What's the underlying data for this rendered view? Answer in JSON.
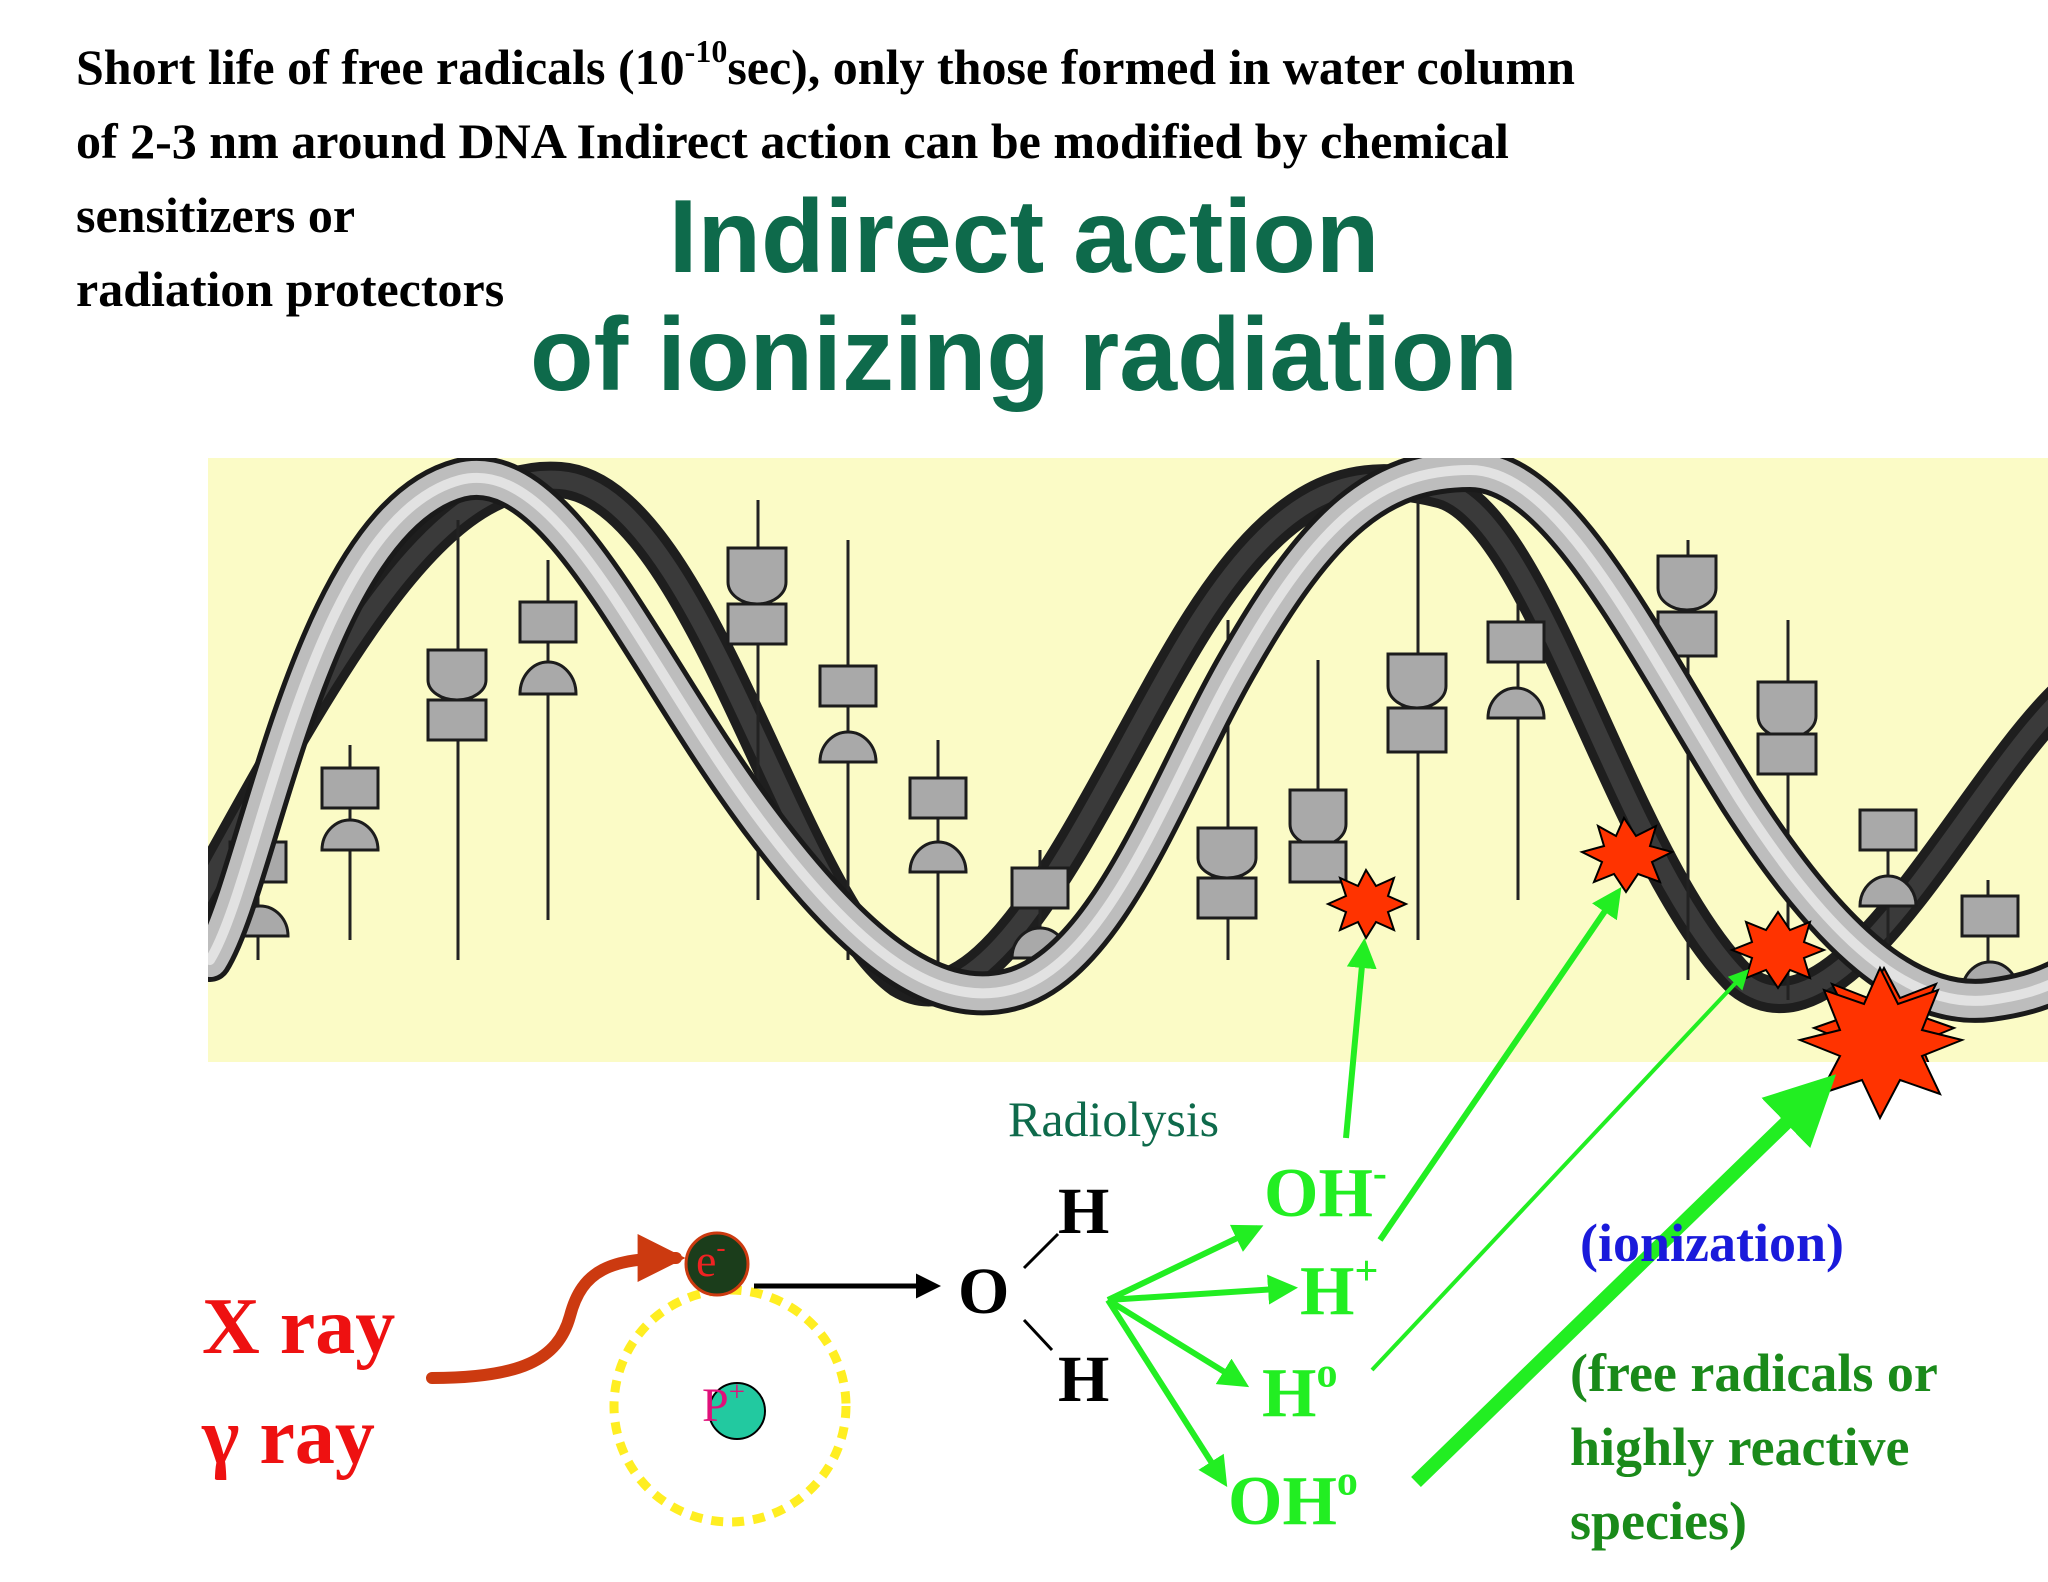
{
  "intro": {
    "line1_pre": "Short life of free radicals (10",
    "line1_sup": "-10",
    "line1_post": "sec), only those formed in water column",
    "line2": "of 2-3 nm around DNA  Indirect action can be modified by chemical",
    "line3": "sensitizers or",
    "line4": "radiation protectors"
  },
  "title": {
    "line1": "Indirect action",
    "line2": "of ionizing radiation"
  },
  "radiation": {
    "xray": "X ray",
    "gamma": "γ ray"
  },
  "atom": {
    "electron": "e",
    "electron_sup": "-",
    "proton": "P",
    "proton_sup": "+"
  },
  "water": {
    "oxygen": "O",
    "h_top": "H",
    "h_bottom": "H",
    "radiolysis": "Radiolysis"
  },
  "products": {
    "oh_minus": "OH",
    "oh_minus_sup": "-",
    "h_plus": "H",
    "h_plus_sup": "+",
    "h_radical": "H",
    "h_radical_sup": "o",
    "oh_radical": "OH",
    "oh_radical_sup": "o"
  },
  "labels": {
    "ionization": "(ionization)",
    "free_radicals_1": "(free radicals or",
    "free_radicals_2": "highly reactive",
    "free_radicals_3": "species)"
  },
  "colors": {
    "title_green": "#0e6a4b",
    "bright_green": "#22ee22",
    "label_green": "#1a8a1a",
    "ray_red": "#ee1111",
    "ionization_blue": "#1a1adb",
    "dna_background": "#fbfbc6",
    "burst_red": "#ff3300",
    "electron_fill": "#1b3d1b",
    "proton_fill": "#22c9a0",
    "proton_text": "#e0107a",
    "orbit_yellow": "#ffee22",
    "curve_orange": "#cc3a10"
  }
}
